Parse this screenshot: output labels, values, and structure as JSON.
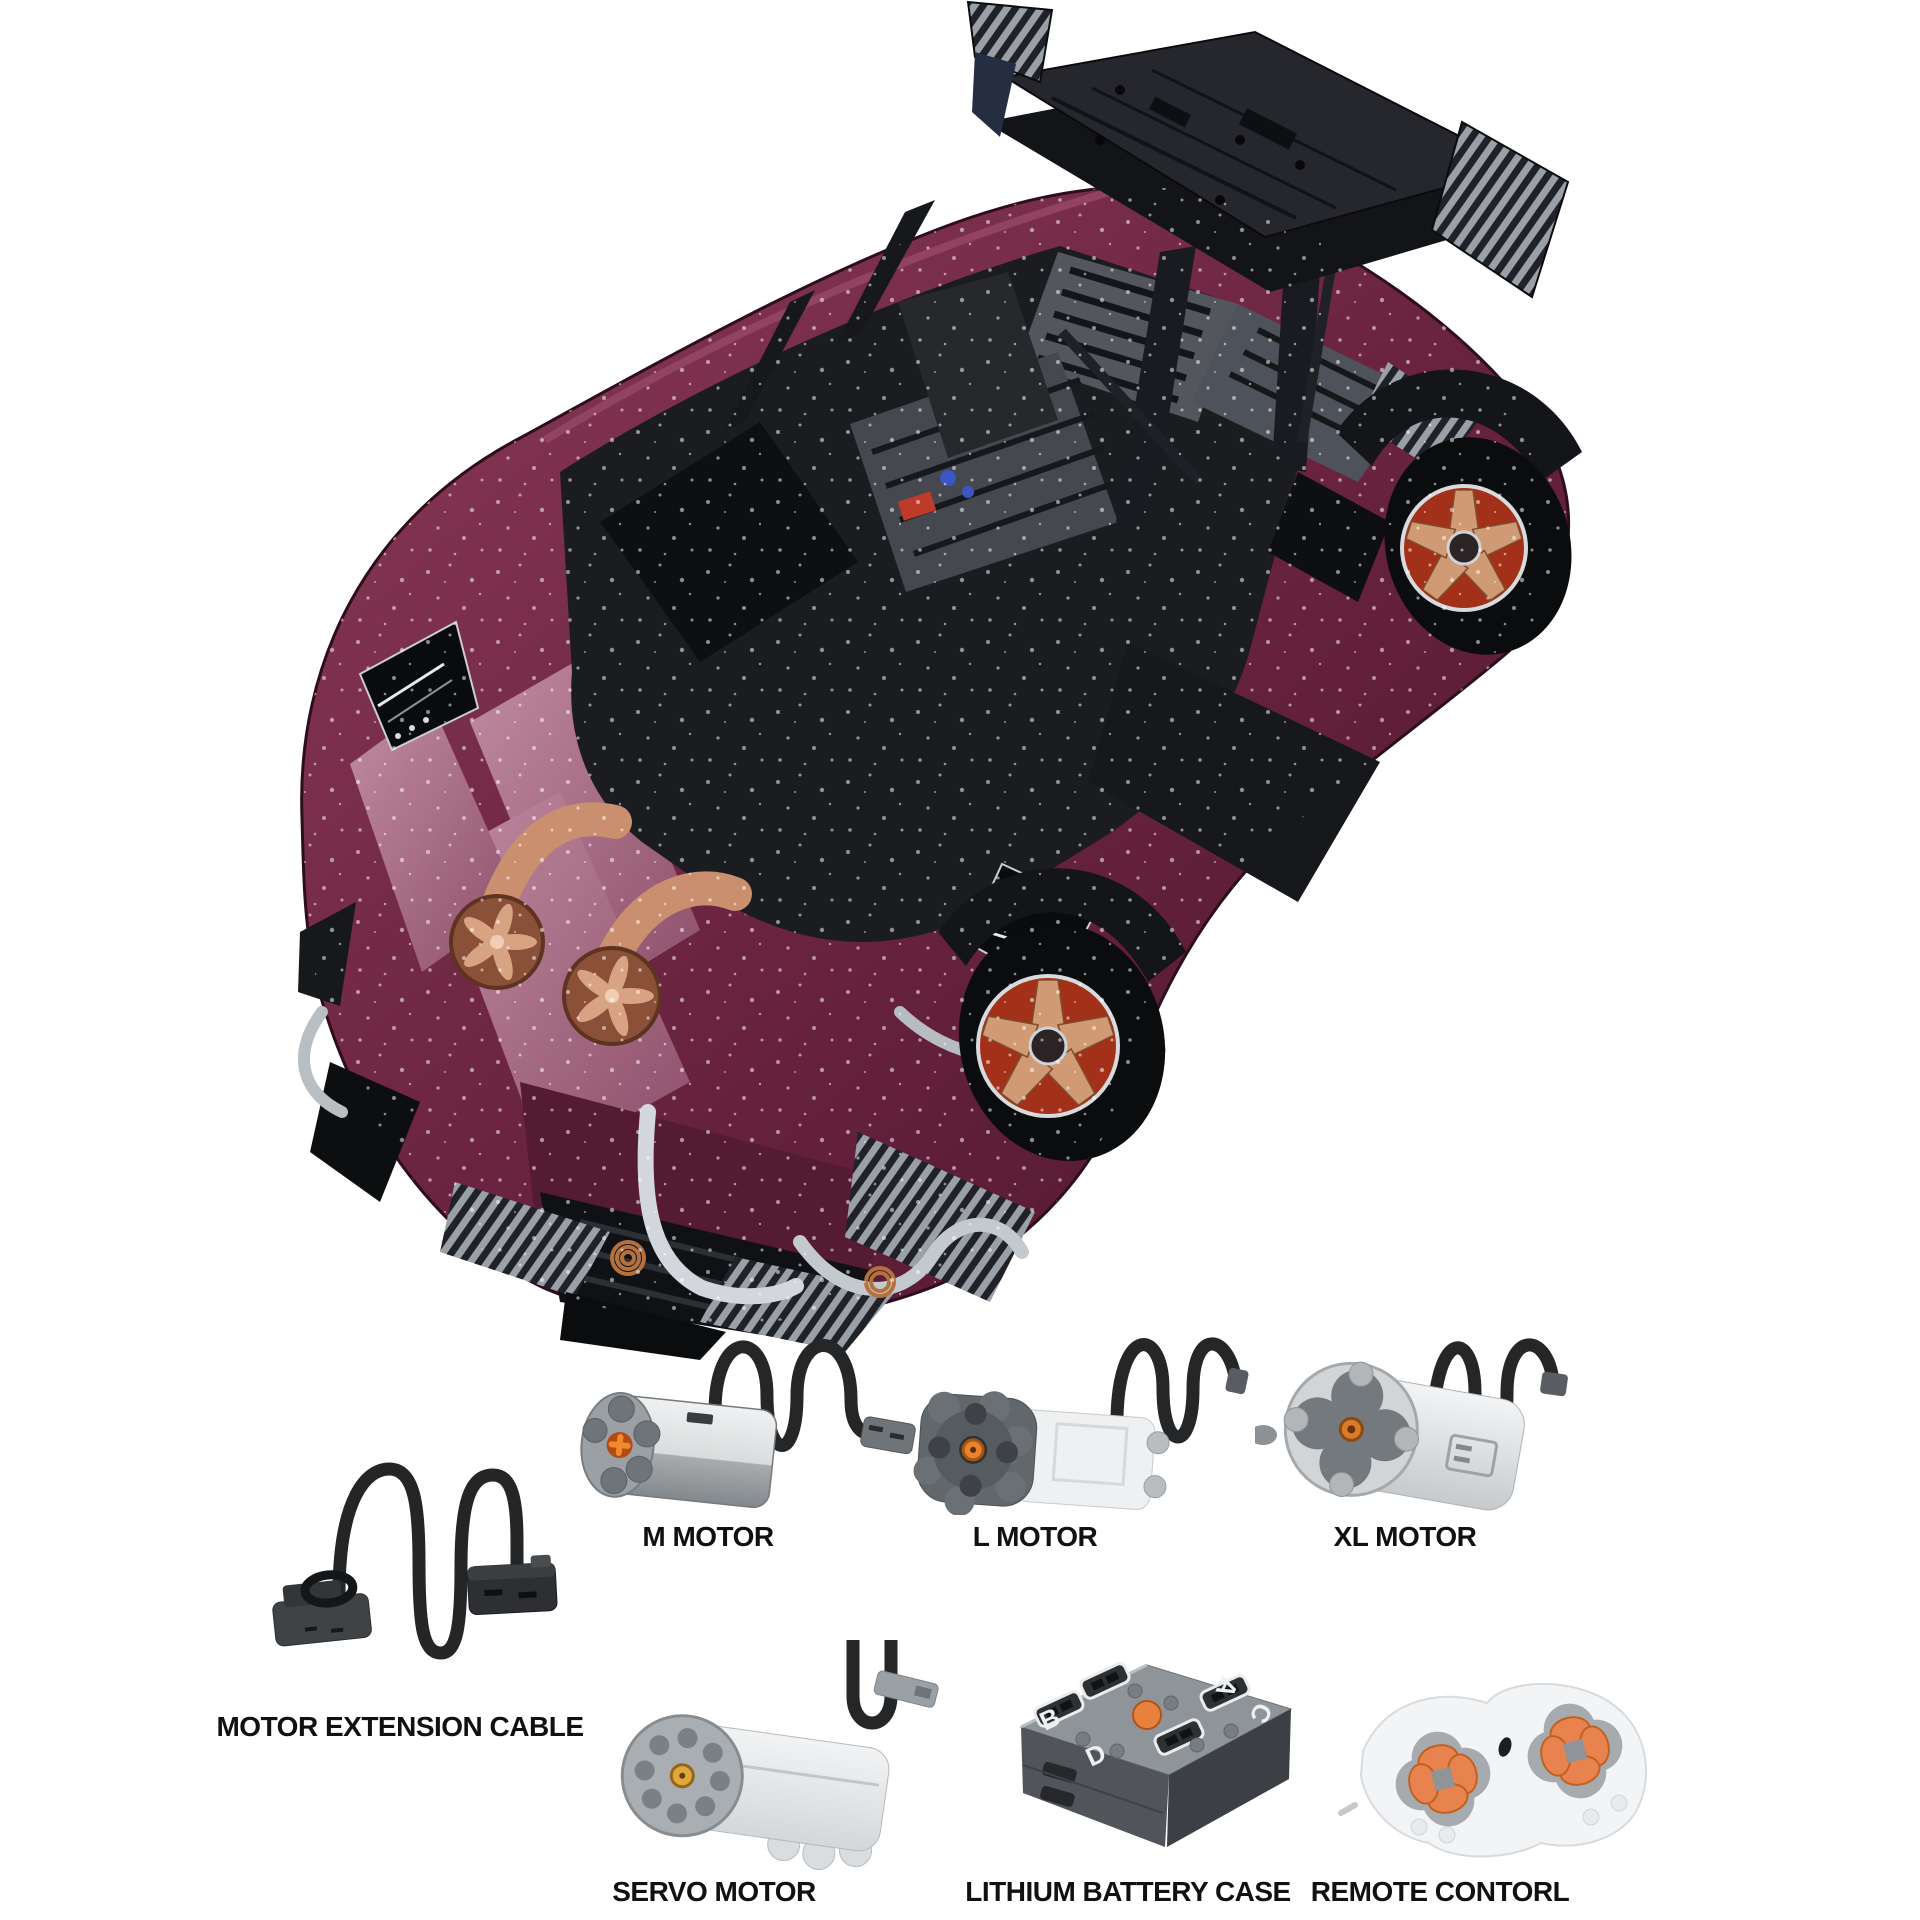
{
  "image": {
    "name": "brick-supercar-with-power-functions-parts",
    "background": "#ffffff"
  },
  "car": {
    "body_color": "#6b2440",
    "panel_pink": "#b5768e",
    "frame_black": "#1b1c20",
    "rim_gold": "#d09a74",
    "rim_red": "#a33018",
    "chrome": "#d3d7db",
    "copper": "#c98f6e"
  },
  "parts": {
    "row1": [
      {
        "id": "m-motor",
        "label": "M MOTOR"
      },
      {
        "id": "l-motor",
        "label": "L MOTOR"
      },
      {
        "id": "xl-motor",
        "label": "XL MOTOR"
      }
    ],
    "cable": {
      "id": "motor-extension-cable",
      "label": "MOTOR EXTENSION CABLE"
    },
    "row2": [
      {
        "id": "servo-motor",
        "label": "SERVO MOTOR"
      },
      {
        "id": "lithium-battery-case",
        "label": "LITHIUM BATTERY CASE",
        "ports": [
          "B",
          "D",
          "A",
          "C"
        ]
      },
      {
        "id": "remote-control",
        "label": "REMOTE CONTORL"
      }
    ]
  }
}
